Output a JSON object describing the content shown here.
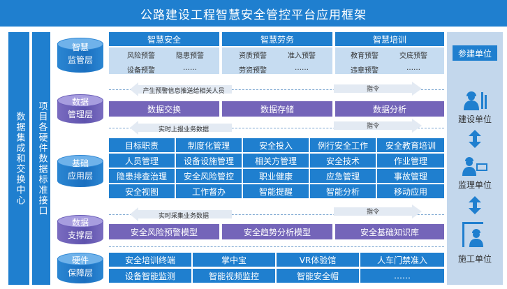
{
  "title": "公路建设工程智慧安全管控平台应用框架",
  "left_bar": "数据集成和交换中心",
  "left_bar2": "项目各硬件数据标准接口",
  "layers": {
    "smart": {
      "line1": "智慧",
      "line2": "监管层"
    },
    "data": {
      "line1": "数据",
      "line2": "管理层"
    },
    "base": {
      "line1": "基础",
      "line2": "应用层"
    },
    "support": {
      "line1": "数据",
      "line2": "支撑层"
    },
    "hardware": {
      "line1": "硬件",
      "line2": "保障层"
    }
  },
  "smart_cols": [
    {
      "head": "智慧安全",
      "items": [
        "风险预警",
        "隐患预警",
        "设备预警",
        "……"
      ]
    },
    {
      "head": "智慧劳务",
      "items": [
        "资质预警",
        "准入预警",
        "劳资预警",
        "……"
      ]
    },
    {
      "head": "智慧培训",
      "items": [
        "教育预警",
        "交底预警",
        "违章预警",
        "……"
      ]
    }
  ],
  "arrows": {
    "a1_left": "产生预警信息推送给相关人员",
    "a1_right": "指令",
    "a2_left": "实时上报业务数据",
    "a2_right": "指令",
    "a3_left": "实时采集业务数据",
    "a3_right": "指令"
  },
  "data_mgmt": [
    "数据交换",
    "数据存储",
    "数据分析"
  ],
  "base_grid": [
    [
      "目标职责",
      "制度化管理",
      "安全投入",
      "例行安全工作",
      "安全教育培训"
    ],
    [
      "人员管理",
      "设备设施管理",
      "相关方管理",
      "安全技术",
      "作业管理"
    ],
    [
      "隐患排查治理",
      "安全风险管控",
      "职业健康",
      "应急管理",
      "事故管理"
    ],
    [
      "安全视图",
      "工作督办",
      "智能提醒",
      "智能分析",
      "移动应用"
    ]
  ],
  "support_models": [
    "安全风险预警模型",
    "安全趋势分析模型",
    "安全基础知识库"
  ],
  "hardware_rows": [
    [
      "安全培训终端",
      "掌中宝",
      "VR体验馆",
      "人车门禁准入"
    ],
    [
      "设备智能监测",
      "智能视频监控",
      "智能安全帽",
      "……"
    ]
  ],
  "roles": {
    "head": "参建单位",
    "r1": "建设单位",
    "r2": "监理单位",
    "r3": "施工单位"
  },
  "colors": {
    "primary": "#1f7fcf",
    "purple": "#7465b9",
    "light": "#c6dcf1",
    "panel": "#c3d7ec"
  }
}
